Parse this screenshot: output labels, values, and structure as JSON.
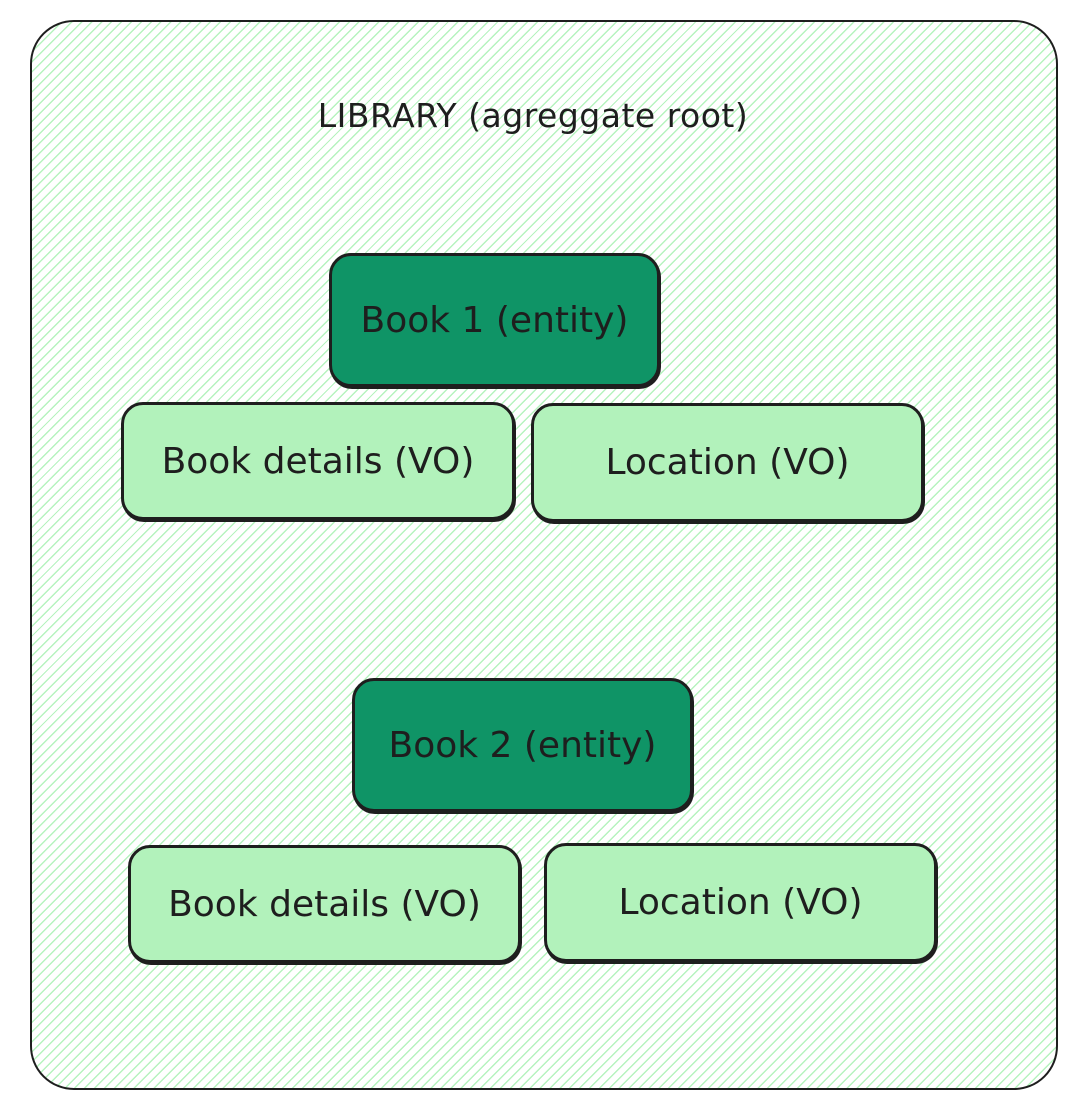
{
  "root": {
    "label": "LIBRARY (agreggate root)"
  },
  "groups": [
    {
      "entity": "Book 1 (entity)",
      "details": "Book details (VO)",
      "location": "Location (VO)"
    },
    {
      "entity": "Book 2 (entity)",
      "details": "Book details (VO)",
      "location": "Location (VO)"
    }
  ],
  "colors": {
    "entity_fill": "#0f9466",
    "value_object_fill": "#b2f2bb",
    "hatch": "#b2f2bb",
    "stroke": "#1e1e1e"
  }
}
